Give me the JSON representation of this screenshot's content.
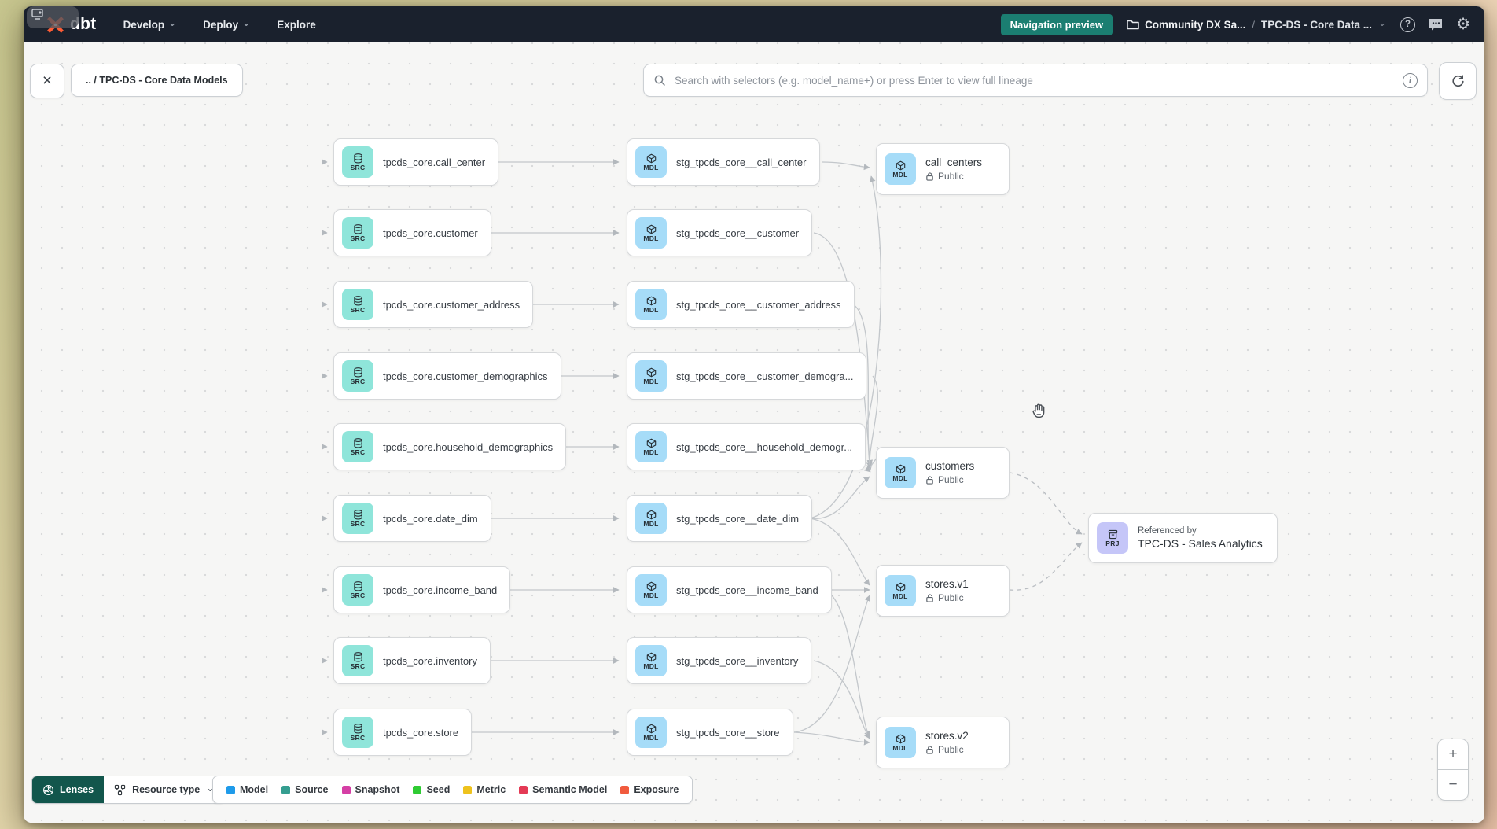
{
  "colors": {
    "brand_orange": "#ff5c35",
    "preview_badge_teal": "#1b7e71",
    "lenses_teal": "#12564c",
    "src_badge": "#8fe5da",
    "mdl_badge": "#a6dcf8",
    "prj_badge": "#c5c6f8"
  },
  "navbar": {
    "logo_text": "dbt",
    "menu": [
      {
        "label": "Develop"
      },
      {
        "label": "Deploy"
      },
      {
        "label": "Explore"
      }
    ],
    "preview_badge": "Navigation preview",
    "breadcrumb": {
      "project": "Community DX Sa...",
      "separator": "/",
      "page": "TPC-DS - Core Data ..."
    },
    "icons": {
      "chevron": "⌄",
      "help": "?",
      "gear": "⚙"
    }
  },
  "toolbar": {
    "close_glyph": "×",
    "lineage_breadcrumb": ".. / TPC-DS - Core Data Models",
    "search_placeholder": "Search with selectors (e.g. model_name+) or press Enter to view full lineage",
    "info_glyph": "i"
  },
  "graph": {
    "sources": [
      {
        "badge": "SRC",
        "label": "tpcds_core.call_center"
      },
      {
        "badge": "SRC",
        "label": "tpcds_core.customer"
      },
      {
        "badge": "SRC",
        "label": "tpcds_core.customer_address"
      },
      {
        "badge": "SRC",
        "label": "tpcds_core.customer_demographics"
      },
      {
        "badge": "SRC",
        "label": "tpcds_core.household_demographics"
      },
      {
        "badge": "SRC",
        "label": "tpcds_core.date_dim"
      },
      {
        "badge": "SRC",
        "label": "tpcds_core.income_band"
      },
      {
        "badge": "SRC",
        "label": "tpcds_core.inventory"
      },
      {
        "badge": "SRC",
        "label": "tpcds_core.store"
      }
    ],
    "staging": [
      {
        "badge": "MDL",
        "label": "stg_tpcds_core__call_center"
      },
      {
        "badge": "MDL",
        "label": "stg_tpcds_core__customer"
      },
      {
        "badge": "MDL",
        "label": "stg_tpcds_core__customer_address"
      },
      {
        "badge": "MDL",
        "label": "stg_tpcds_core__customer_demogra..."
      },
      {
        "badge": "MDL",
        "label": "stg_tpcds_core__household_demogr..."
      },
      {
        "badge": "MDL",
        "label": "stg_tpcds_core__date_dim"
      },
      {
        "badge": "MDL",
        "label": "stg_tpcds_core__income_band"
      },
      {
        "badge": "MDL",
        "label": "stg_tpcds_core__inventory"
      },
      {
        "badge": "MDL",
        "label": "stg_tpcds_core__store"
      }
    ],
    "public_models": [
      {
        "badge": "MDL",
        "label": "call_centers",
        "access": "Public"
      },
      {
        "badge": "MDL",
        "label": "customers",
        "access": "Public"
      },
      {
        "badge": "MDL",
        "label": "stores.v1",
        "access": "Public"
      },
      {
        "badge": "MDL",
        "label": "stores.v2",
        "access": "Public"
      }
    ],
    "project_ref": {
      "badge": "PRJ",
      "title": "Referenced by",
      "name": "TPC-DS - Sales Analytics"
    }
  },
  "footer": {
    "lenses_label": "Lenses",
    "resource_type_label": "Resource type",
    "legend": [
      {
        "label": "Model",
        "color": "#1f9bea"
      },
      {
        "label": "Source",
        "color": "#359e90"
      },
      {
        "label": "Snapshot",
        "color": "#d53fa5"
      },
      {
        "label": "Seed",
        "color": "#2fcb33"
      },
      {
        "label": "Metric",
        "color": "#eec21d"
      },
      {
        "label": "Semantic Model",
        "color": "#e43a55"
      },
      {
        "label": "Exposure",
        "color": "#f15b3e"
      }
    ]
  },
  "zoom": {
    "in": "+",
    "out": "−"
  }
}
